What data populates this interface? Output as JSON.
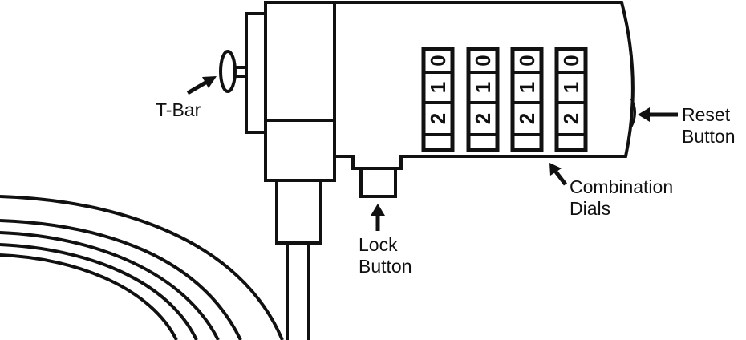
{
  "labels": {
    "t_bar": "T-Bar",
    "reset_button": [
      "Reset",
      "Button"
    ],
    "combination_dials": [
      "Combination",
      "Dials"
    ],
    "lock_button": [
      "Lock",
      "Button"
    ]
  },
  "dials": [
    {
      "digits": [
        "0",
        "1",
        "2"
      ]
    },
    {
      "digits": [
        "0",
        "1",
        "2"
      ]
    },
    {
      "digits": [
        "0",
        "1",
        "2"
      ]
    },
    {
      "digits": [
        "0",
        "1",
        "2"
      ]
    }
  ],
  "colors": {
    "line": "#111111",
    "background": "#ffffff"
  }
}
